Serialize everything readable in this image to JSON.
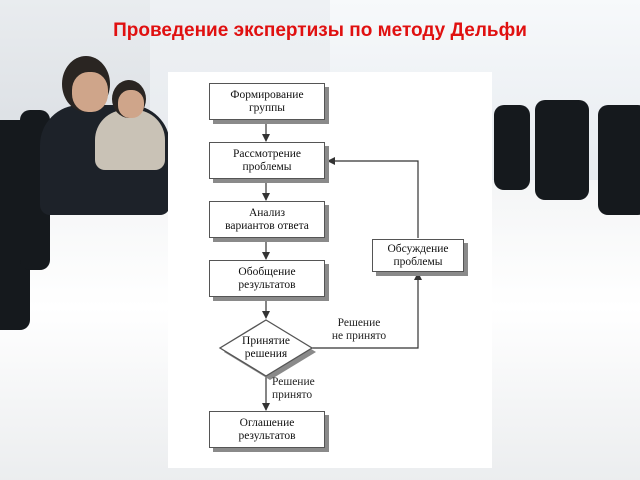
{
  "title": "Проведение экспертизы по методу Дельфи",
  "flowchart": {
    "nodes": {
      "form_group": [
        "Формирование",
        "группы"
      ],
      "review_problem": [
        "Рассмотрение",
        "проблемы"
      ],
      "analyze_options": [
        "Анализ",
        "вариантов ответа"
      ],
      "summarize_results": [
        "Обобщение",
        "результатов"
      ],
      "decision": [
        "Принятие",
        "решения"
      ],
      "discuss_problem": [
        "Обсуждение",
        "проблемы"
      ],
      "announce_results": [
        "Оглашение",
        "результатов"
      ]
    },
    "edge_labels": {
      "not_accepted": [
        "Решение",
        "не принято"
      ],
      "accepted": [
        "Решение",
        "принято"
      ]
    }
  }
}
